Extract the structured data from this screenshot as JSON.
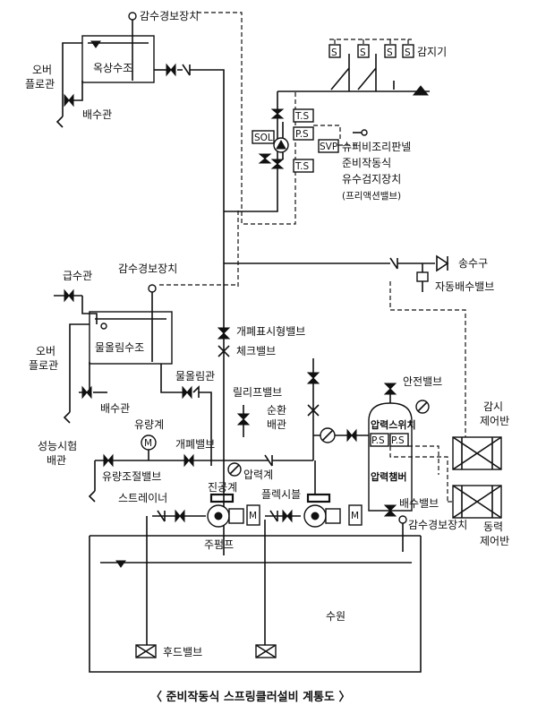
{
  "labels": {
    "roof_tank": "옥상수조",
    "low_water_alarm_top": "감수경보장치",
    "overflow_top": [
      "오버",
      "플로관"
    ],
    "drain_top": "배수관",
    "detector": "감지기",
    "supervisory_panel": "슈퍼비조리판넬",
    "preaction_1": "준비작동식",
    "preaction_2": "유수검지장치",
    "preaction_3": "(프리액션밸브)",
    "fire_dept_connection": "송수구",
    "auto_drain_valve": "자동배수밸브",
    "supply_pipe": "급수관",
    "low_water_alarm_mid": "감수경보장치",
    "priming_tank": "물올림수조",
    "overflow_mid": [
      "오버",
      "플로관"
    ],
    "drain_mid": "배수관",
    "priming_pipe": "물올림관",
    "open_close_indicator": "개폐표시형밸브",
    "check_valve": "체크밸브",
    "relief_valve": "릴리프밸브",
    "circulation_pipe": [
      "순환",
      "배관"
    ],
    "flow_meter": "유량계",
    "performance_test": [
      "성능시험",
      "배관"
    ],
    "gate_valve": "개폐밸브",
    "flow_control_valve": "유량조절밸브",
    "pressure_gauge": "압력계",
    "vacuum_gauge": "진공계",
    "strainer": "스트레이너",
    "flexible": "플렉시블",
    "main_pump": "주펌프",
    "safety_valve": "안전밸브",
    "pressure_switch": "압력스위치",
    "pressure_chamber": "압력챔버",
    "drain_valve": "배수밸브",
    "low_water_alarm_bottom": "감수경보장치",
    "monitoring_panel": [
      "감시",
      "제어반"
    ],
    "power_panel": [
      "동력",
      "제어반"
    ],
    "water_source": "수원",
    "foot_valve": "후드밸브",
    "caption": "〈 준비작동식 스프링클러설비 계통도 〉"
  },
  "tags": {
    "s": "S",
    "ts": "T.S",
    "ps": "P.S",
    "sol": "SOL",
    "svp": "SVP",
    "m": "M",
    "flow_m": "M",
    "ps_chamber": "P.S"
  }
}
